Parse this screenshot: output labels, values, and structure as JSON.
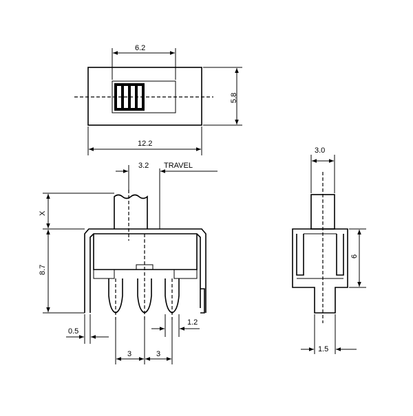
{
  "top_view": {
    "dim_width_slider": "6.2",
    "dim_height": "5.8",
    "dim_length": "12.2"
  },
  "front_view": {
    "dim_slider_offset": "3.2",
    "travel_label": "TRAVEL",
    "dim_x": "X",
    "dim_body_height": "8.7",
    "dim_lead_thickness": "0.5",
    "dim_pin_width": "1.2",
    "dim_pitch_left": "3",
    "dim_pitch_right": "3"
  },
  "side_view": {
    "dim_top_width": "3.0",
    "dim_body_height": "6",
    "dim_pin_width": "1.5"
  }
}
